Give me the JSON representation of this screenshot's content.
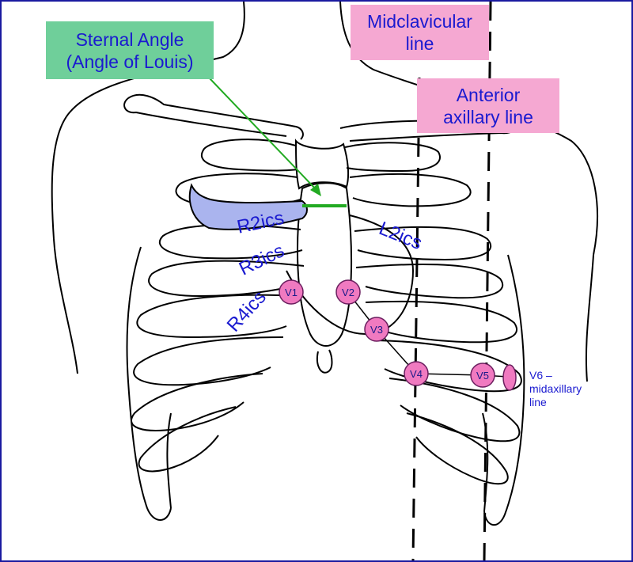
{
  "labels": {
    "sternal_angle": [
      "Sternal Angle",
      "(Angle of Louis)"
    ],
    "midclavicular": [
      "Midclavicular",
      "line"
    ],
    "anterior_axillary": [
      "Anterior",
      "axillary line"
    ],
    "r2ics": "R2ics",
    "l2ics": "L2ics",
    "r3ics": "R3ics",
    "r4ics": "R4ics",
    "v6": [
      "V6 –",
      "midaxillary",
      "line"
    ]
  },
  "leads": [
    "V1",
    "V2",
    "V3",
    "V4",
    "V5"
  ],
  "colors": {
    "label_text": "#1a1ad0",
    "green_box": "#6fcf9a",
    "pink_box": "#f5a8d2",
    "lead_fill": "#f07ac0",
    "r2_highlight": "#aab4ee",
    "sternal_line": "#22aa22",
    "frame_border": "#1a1aa0"
  }
}
